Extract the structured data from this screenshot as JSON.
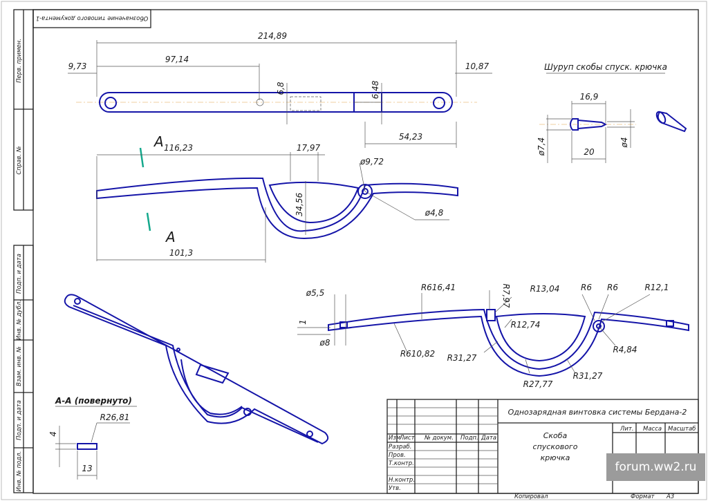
{
  "stamp_rotated": "Обозначение типового документа-1",
  "side_labels": [
    "Перв. примен.",
    "Справ. №",
    "Подп. и дата",
    "Инв. № дубл.",
    "Взам. инв. №",
    "Подп. и дата",
    "Инв. № подл."
  ],
  "view_top": {
    "dims": [
      "214,89",
      "97,14",
      "9,73",
      "10,87",
      "6,8",
      "6,48",
      "54,23"
    ]
  },
  "view_side": {
    "dims": [
      "116,23",
      "17,97",
      "ø9,72",
      "34,56",
      "ø4,8",
      "101,3"
    ],
    "section_mark": "A"
  },
  "screw": {
    "title": "Шуруп скобы спуск. крючка",
    "dims": [
      "16,9",
      "20",
      "ø7,4",
      "ø4"
    ]
  },
  "section_view": {
    "dims": [
      "ø5,5",
      "R616,41",
      "R7,97",
      "R13,04",
      "R6",
      "R6",
      "R12,1",
      "1",
      "ø8",
      "R12,74",
      "R610,82",
      "R31,27",
      "R4,84",
      "R27,77",
      "R31,27"
    ]
  },
  "section_aa": {
    "title": "А-А (повернуто)",
    "dims": [
      "R26,81",
      "4",
      "13"
    ]
  },
  "title_block": {
    "project": "Однозарядная винтовка системы Бердана-2",
    "part_name": [
      "Скоба",
      "спускового",
      "крючка"
    ],
    "columns": [
      "Изм",
      "Лист",
      "№ докум.",
      "Подп.",
      "Дата"
    ],
    "rows": [
      "Разраб.",
      "Пров.",
      "Т.контр.",
      "Н.контр.",
      "Утв."
    ],
    "lit": "Лит.",
    "mass": "Масса",
    "scale": "Масштаб",
    "copied": "Копировал",
    "format": "Формат",
    "format_value": "А3"
  },
  "watermark": "forum.ww2.ru"
}
